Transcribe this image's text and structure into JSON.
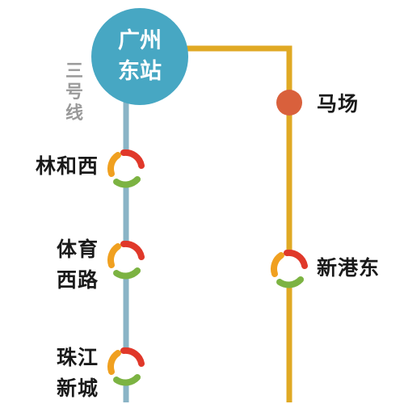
{
  "colors": {
    "line3": "#8ab4c6",
    "apm_line": "#e0a924",
    "hub_fill": "#47a7c3",
    "station_dot": "#d9603c",
    "interchange_ring": [
      "#e0382a",
      "#f0a020",
      "#7cb342"
    ]
  },
  "hub": {
    "line1": "广州",
    "line2": "东站"
  },
  "line3_label": {
    "chars": [
      "三",
      "号",
      "线"
    ]
  },
  "stations_line3": [
    {
      "name_lines": [
        "林和西"
      ]
    },
    {
      "name_lines": [
        "体育",
        "西路"
      ]
    },
    {
      "name_lines": [
        "珠江",
        "新城"
      ]
    }
  ],
  "stations_right": [
    {
      "name": "马场",
      "marker": "dot"
    },
    {
      "name": "新港东",
      "marker": "interchange-icon"
    }
  ]
}
